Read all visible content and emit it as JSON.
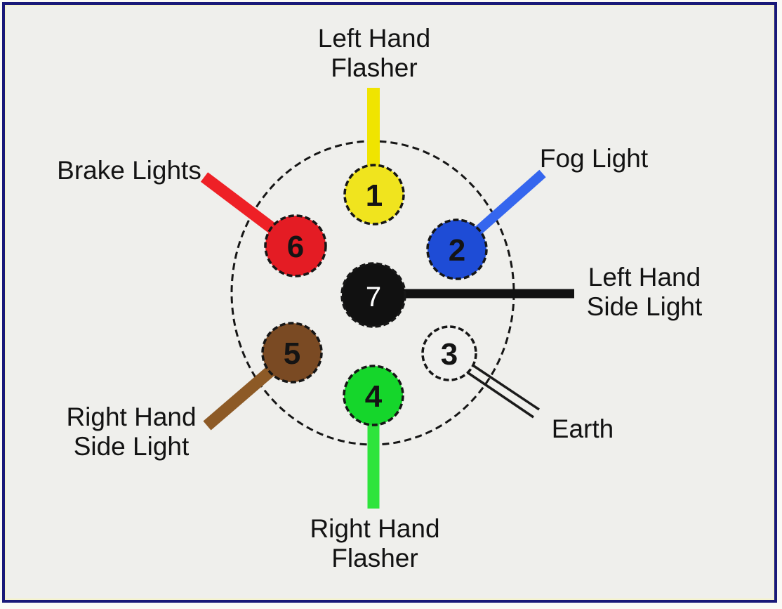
{
  "page": {
    "background_color": "#efefec",
    "frame_border_color": "#191978",
    "frame_inner_line_color": "#f4f2cd",
    "outer_margin_color": "#fafaf6"
  },
  "diagram": {
    "outline_color": "#161616",
    "label_color": "#131313",
    "pins": [
      {
        "number": "1",
        "pin_color": "#f0e41e",
        "wire_color": "#f0e400",
        "number_color": "#141414",
        "label_lines": [
          "Left Hand",
          "Flasher"
        ]
      },
      {
        "number": "2",
        "pin_color": "#1e4cd6",
        "wire_color": "#3566ee",
        "number_color": "#141414",
        "label_lines": [
          "Fog Light"
        ]
      },
      {
        "number": "3",
        "pin_color": "#f0f0ee",
        "wire_color": "#1a1a1a",
        "number_color": "#141414",
        "label_lines": [
          "Earth"
        ]
      },
      {
        "number": "4",
        "pin_color": "#15d62b",
        "wire_color": "#2ee43c",
        "number_color": "#141414",
        "label_lines": [
          "Right Hand",
          "Flasher"
        ]
      },
      {
        "number": "5",
        "pin_color": "#7a4a23",
        "wire_color": "#8d5a26",
        "number_color": "#141414",
        "label_lines": [
          "Right Hand",
          "Side Light"
        ]
      },
      {
        "number": "6",
        "pin_color": "#e41c24",
        "wire_color": "#ee2026",
        "number_color": "#141414",
        "label_lines": [
          "Brake Lights"
        ]
      },
      {
        "number": "7",
        "pin_color": "#111111",
        "wire_color": "#111111",
        "number_color": "#ffffff",
        "label_lines": [
          "Left Hand",
          "Side Light"
        ]
      }
    ]
  }
}
